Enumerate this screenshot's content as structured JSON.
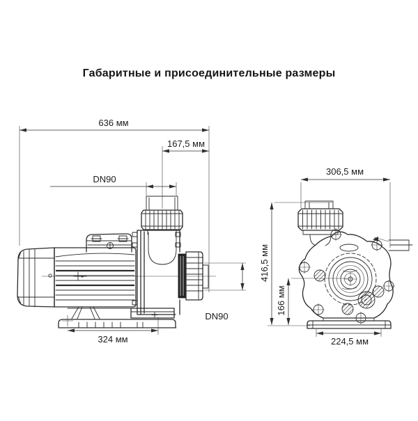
{
  "title": "Габаритные и присоединительные размеры",
  "dims": {
    "overall_length": "636 мм",
    "suction_offset": "167,5 мм",
    "suction_dn": "DN90",
    "base_length": "324 мм",
    "discharge_dn": "DN90",
    "front_width": "306,5 мм",
    "overall_height": "416,5 мм",
    "axis_height": "166 мм",
    "front_base_width": "224,5 мм"
  },
  "colors": {
    "line": "#2b2b2b",
    "text": "#1c1c1c",
    "background": "#ffffff"
  }
}
